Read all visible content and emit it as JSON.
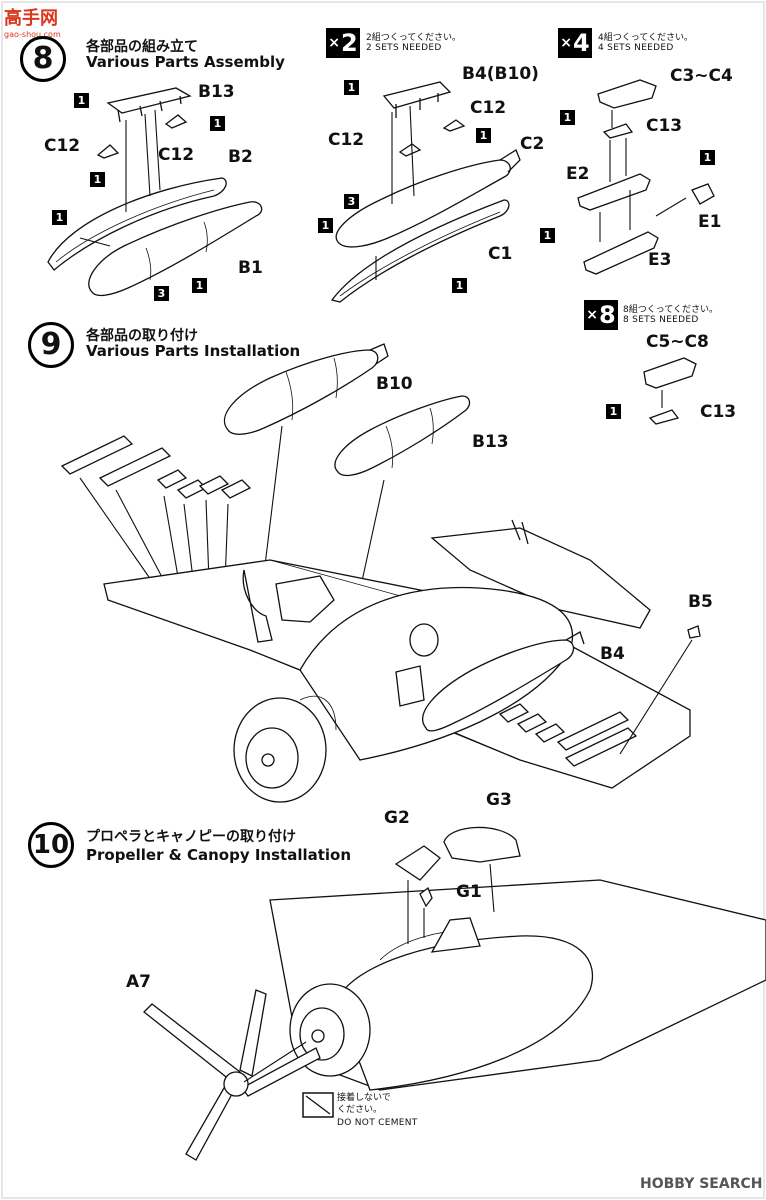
{
  "watermark_top": {
    "text": "高手网",
    "sub": "gao-shou.com"
  },
  "watermark_bottom": {
    "text": "HOBBY SEARCH"
  },
  "step8": {
    "number": "8",
    "title_jp": "各部品の組み立て",
    "title_en": "Various Parts Assembly",
    "sets_a": {
      "mult": "2",
      "note_jp": "2組つくってください。",
      "note_en": "2 SETS NEEDED"
    },
    "sets_b": {
      "mult": "4",
      "note_jp": "4組つくってください。",
      "note_en": "4 SETS NEEDED"
    },
    "sets_c": {
      "mult": "8",
      "note_jp": "8組つくってください。",
      "note_en": "8 SETS NEEDED"
    },
    "parts": {
      "b13": "B13",
      "c12": "C12",
      "b2": "B2",
      "b1": "B1",
      "b4b10": "B4(B10)",
      "c2": "C2",
      "c1": "C1",
      "c3c4": "C3~C4",
      "c13": "C13",
      "e2": "E2",
      "e1": "E1",
      "e3": "E3",
      "c5c8": "C5~C8"
    },
    "flags": {
      "one": "1",
      "three": "3"
    }
  },
  "step9": {
    "number": "9",
    "title_jp": "各部品の取り付け",
    "title_en": "Various Parts Installation",
    "parts": {
      "b10": "B10",
      "b13": "B13",
      "b5": "B5",
      "b4": "B4"
    }
  },
  "step10": {
    "number": "10",
    "title_jp": "プロペラとキャノピーの取り付け",
    "title_en": "Propeller & Canopy Installation",
    "parts": {
      "g2": "G2",
      "g3": "G3",
      "g1": "G1",
      "a7": "A7"
    },
    "caution_jp": "接着しないでください。",
    "caution_en": "DO NOT CEMENT"
  }
}
